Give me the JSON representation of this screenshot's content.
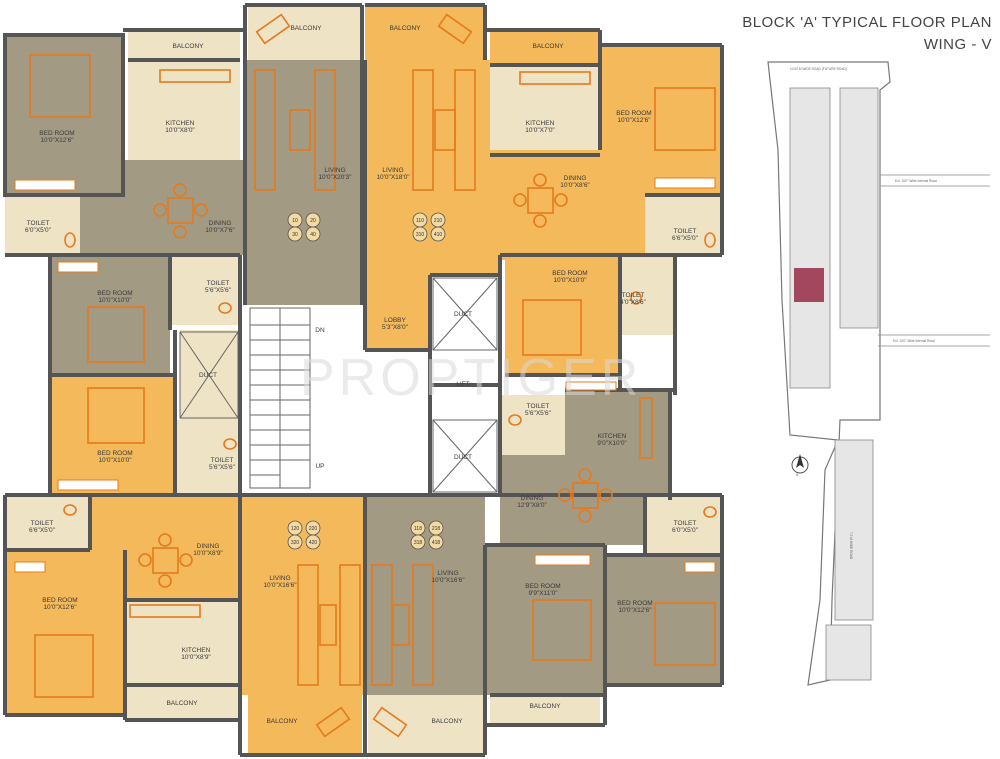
{
  "title": {
    "line1": "BLOCK 'A' TYPICAL FLOOR PLAN",
    "line2": "WING - V"
  },
  "watermark": "PROPTIGER",
  "colors": {
    "gray": "#a39a84",
    "yellow": "#f3b95a",
    "light": "#efe3c6",
    "wall": "#555555",
    "furniture": "#e67a1c",
    "highlight": "#a3475f"
  },
  "rooms": {
    "balcony_tl": {
      "name": "BALCONY",
      "dim": ""
    },
    "balcony_tc1": {
      "name": "BALCONY",
      "dim": ""
    },
    "balcony_tc2": {
      "name": "BALCONY",
      "dim": ""
    },
    "balcony_tr": {
      "name": "BALCONY",
      "dim": ""
    },
    "bedroom_tl": {
      "name": "BED ROOM",
      "dim": "10'0\"X12'6\""
    },
    "kitchen_tl": {
      "name": "KITCHEN",
      "dim": "10'0\"X8'0\""
    },
    "living_tl": {
      "name": "LIVING",
      "dim": "10'0\"X20'3\""
    },
    "dining_tl": {
      "name": "DINING",
      "dim": "10'0\"X7'6\""
    },
    "toilet_tl": {
      "name": "TOILET",
      "dim": "6'0\"X5'0\""
    },
    "living_tr": {
      "name": "LIVING",
      "dim": "10'0\"X18'0\""
    },
    "kitchen_tr": {
      "name": "KITCHEN",
      "dim": "10'0\"X7'0\""
    },
    "bedroom_tr": {
      "name": "BED ROOM",
      "dim": "10'0\"X12'6\""
    },
    "dining_tr": {
      "name": "DINING",
      "dim": "10'0\"X8'6\""
    },
    "toilet_tr": {
      "name": "TOILET",
      "dim": "6'6\"X5'0\""
    },
    "bedroom_l1": {
      "name": "BED ROOM",
      "dim": "10'0\"X10'0\""
    },
    "toilet_l1": {
      "name": "TOILET",
      "dim": "5'6\"X5'6\""
    },
    "duct_l": {
      "name": "DUCT",
      "dim": ""
    },
    "lobby": {
      "name": "LOBBY",
      "dim": "5'3\"X8'0\""
    },
    "duct_r1": {
      "name": "DUCT",
      "dim": ""
    },
    "bedroom_r1": {
      "name": "BED ROOM",
      "dim": "10'0\"X10'0\""
    },
    "toilet_r1": {
      "name": "TOILET",
      "dim": "4'0\"X8'6\""
    },
    "lift": {
      "name": "LIFT",
      "dim": ""
    },
    "stair_dn": {
      "name": "DN",
      "dim": ""
    },
    "stair_up": {
      "name": "UP",
      "dim": ""
    },
    "bedroom_l2": {
      "name": "BED ROOM",
      "dim": "10'0\"X10'0\""
    },
    "toilet_l2": {
      "name": "TOILET",
      "dim": "5'6\"X5'6\""
    },
    "toilet_r2": {
      "name": "TOILET",
      "dim": "5'6\"X5'6\""
    },
    "kitchen_br": {
      "name": "KITCHEN",
      "dim": "9'0\"X10'0\""
    },
    "duct_r2": {
      "name": "DUCT",
      "dim": ""
    },
    "dining_br": {
      "name": "DINING",
      "dim": "12'9\"X8'0\""
    },
    "toilet_bl": {
      "name": "TOILET",
      "dim": "6'6\"X5'0\""
    },
    "dining_bl": {
      "name": "DINING",
      "dim": "10'0\"X8'9\""
    },
    "toilet_br": {
      "name": "TOILET",
      "dim": "6'0\"X5'0\""
    },
    "bedroom_bl": {
      "name": "BED ROOM",
      "dim": "10'0\"X12'6\""
    },
    "living_bl": {
      "name": "LIVING",
      "dim": "10'0\"X16'6\""
    },
    "living_br": {
      "name": "LIVING",
      "dim": "10'0\"X16'6\""
    },
    "bedroom_br1": {
      "name": "BED ROOM",
      "dim": "9'9\"X11'0\""
    },
    "bedroom_br2": {
      "name": "BED ROOM",
      "dim": "10'0\"X12'6\""
    },
    "kitchen_bl": {
      "name": "KITCHEN",
      "dim": "10'0\"X8'9\""
    },
    "balcony_bl": {
      "name": "BALCONY",
      "dim": ""
    },
    "balcony_bc1": {
      "name": "BALCONY",
      "dim": ""
    },
    "balcony_bc2": {
      "name": "BALCONY",
      "dim": ""
    },
    "balcony_br": {
      "name": "BALCONY",
      "dim": ""
    }
  },
  "flat_numbers": {
    "tl": [
      "10",
      "20",
      "30",
      "40"
    ],
    "tr": [
      "110",
      "210",
      "310",
      "410"
    ],
    "bl": [
      "120",
      "220",
      "320",
      "420"
    ],
    "br": [
      "118",
      "218",
      "318",
      "418"
    ]
  },
  "site_plan": {
    "road_top": "10.00 M WIDE ROAD (FUTURE ROAD)",
    "road_mid1": "Ext. 10'0\" Wide Internal Road",
    "road_mid2": "Ext. 10'0\" Wide Internal Road",
    "road_bottom": "7.5 M WIDE ROAD",
    "north_label": "N"
  }
}
